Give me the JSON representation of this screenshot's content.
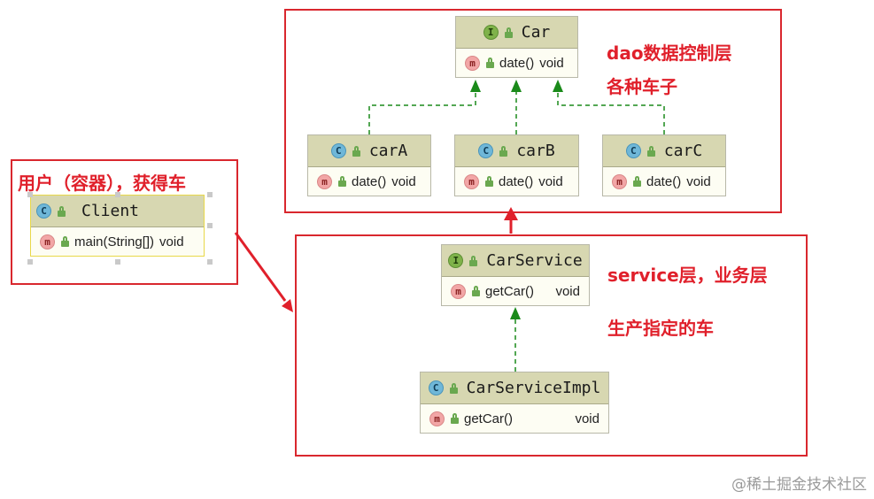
{
  "notes": {
    "dao_title": "dao数据控制层",
    "dao_sub": "各种车子",
    "client_title": "用户（容器），获得车",
    "service_title": "service层，业务层",
    "service_sub": "生产指定的车"
  },
  "classes": {
    "car": {
      "kind": "I",
      "name": "Car",
      "method": "date()",
      "ret": "void"
    },
    "carA": {
      "kind": "C",
      "name": "carA",
      "method": "date()",
      "ret": "void"
    },
    "carB": {
      "kind": "C",
      "name": "carB",
      "method": "date()",
      "ret": "void"
    },
    "carC": {
      "kind": "C",
      "name": "carC",
      "method": "date()",
      "ret": "void"
    },
    "client": {
      "kind": "C",
      "name": "Client",
      "method": "main(String[])",
      "ret": "void"
    },
    "carService": {
      "kind": "I",
      "name": "CarService",
      "method": "getCar()",
      "ret": "void"
    },
    "carServiceImpl": {
      "kind": "C",
      "name": "CarServiceImpl",
      "method": "getCar()",
      "ret": "void"
    }
  },
  "method_badge": "m",
  "watermark": "@稀土掘金技术社区",
  "colors": {
    "frame": "#d9272e",
    "note_text": "#e0202b",
    "realization_arrow": "#1a8a1a",
    "dependency_arrow": "#e0202b",
    "class_header": "#d7d7b1"
  }
}
